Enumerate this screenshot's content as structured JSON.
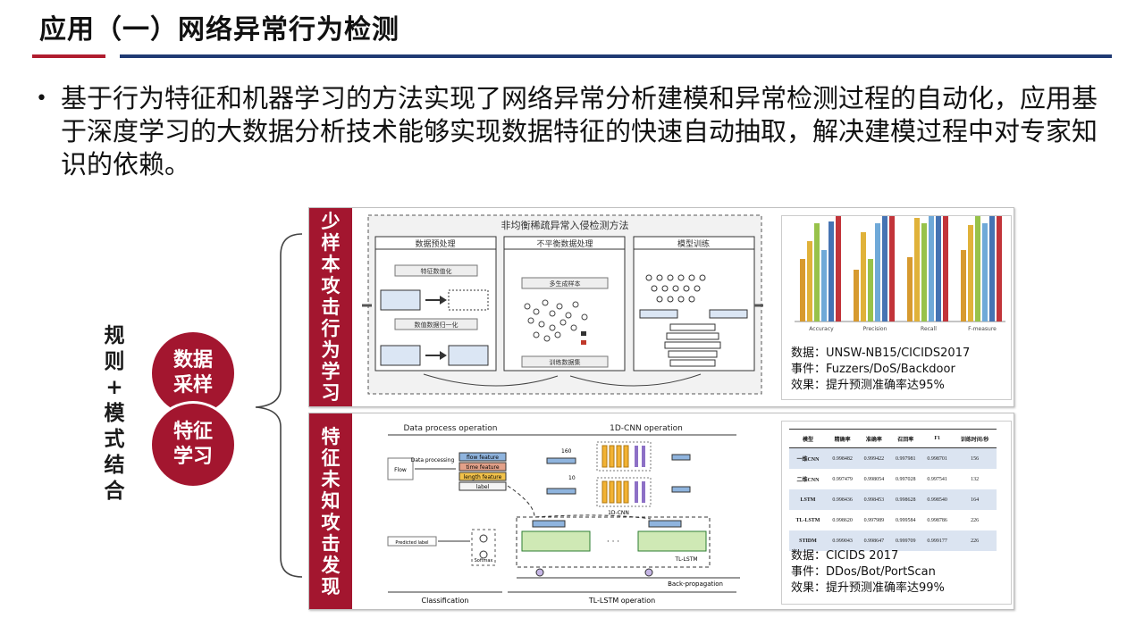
{
  "header": {
    "title": "应用（一）网络异常行为检测"
  },
  "intro": {
    "bullet": "•",
    "text": "基于行为特征和机器学习的方法实现了网络异常分析建模和异常检测过程的自动化，应用基于深度学习的大数据分析技术能够实现数据特征的快速自动抽取，解决建模过程中对专家知识的依赖。"
  },
  "side_label": [
    "规",
    "则",
    "+",
    "模",
    "式",
    "结",
    "合"
  ],
  "circles": [
    {
      "line1": "数据",
      "line2": "采样"
    },
    {
      "line1": "特征",
      "line2": "学习"
    }
  ],
  "panel1": {
    "tab": [
      "少",
      "样",
      "本",
      "攻",
      "击",
      "行",
      "为",
      "学",
      "习"
    ],
    "diagram": {
      "title": "非均衡稀疏异常入侵检测方法",
      "stage1": "数据预处理",
      "stage2": "不平衡数据处理",
      "stage3": "模型训练",
      "box1": "特征数值化",
      "box2": "数值数据归一化",
      "box3": "多生成样本",
      "box4": "训练数据集"
    },
    "chart_axes": [
      "Accuracy",
      "Precision",
      "Recall",
      "F-measure"
    ],
    "chart_colors": [
      "#d79a2f",
      "#e0b23a",
      "#98c24a",
      "#6fa9d8",
      "#4573b3",
      "#c2343a"
    ],
    "captions": [
      "数据：UNSW-NB15/CICIDS2017",
      "事件：Fuzzers/DoS/Backdoor",
      "效果：提升预测准确率达95%"
    ]
  },
  "panel2": {
    "tab": [
      "特",
      "征",
      "未",
      "知",
      "攻",
      "击",
      "发",
      "现"
    ],
    "diagram": {
      "data_process": "Data process operation",
      "cnn_op": "1D-CNN operation",
      "flow": "Flow",
      "data_processing": "Data processing",
      "flow_feature": "flow feature",
      "time_feature": "time feature",
      "length_feature": "length feature",
      "label": "label",
      "n160": "160",
      "n10": "10",
      "cnn": "1D-CNN",
      "predicted_label": "Predicted label",
      "softmax": "Softmax",
      "tl_lstm": "TL-LSTM",
      "back_prop": "Back-propagation",
      "classification": "Classification",
      "tl_lstm_op": "TL-LSTM operation"
    },
    "table": {
      "headers": [
        "模型",
        "精确率",
        "准确率",
        "召回率",
        "F1",
        "训练时间/秒"
      ],
      "rows": [
        [
          "一维CNN",
          "0.998482",
          "0.999422",
          "0.997981",
          "0.998701",
          "156"
        ],
        [
          "二维CNN",
          "0.997479",
          "0.998054",
          "0.997028",
          "0.997541",
          "132"
        ],
        [
          "LSTM",
          "0.998436",
          "0.998453",
          "0.998628",
          "0.998540",
          "164"
        ],
        [
          "TL-LSTM",
          "0.998620",
          "0.997989",
          "0.999584",
          "0.998786",
          "226"
        ],
        [
          "STIDM",
          "0.999043",
          "0.998647",
          "0.999709",
          "0.999177",
          "226"
        ]
      ]
    },
    "captions": [
      "数据：CICIDS 2017",
      "事件：DDos/Bot/PortScan",
      "效果：提升预测准确率达99%"
    ]
  }
}
